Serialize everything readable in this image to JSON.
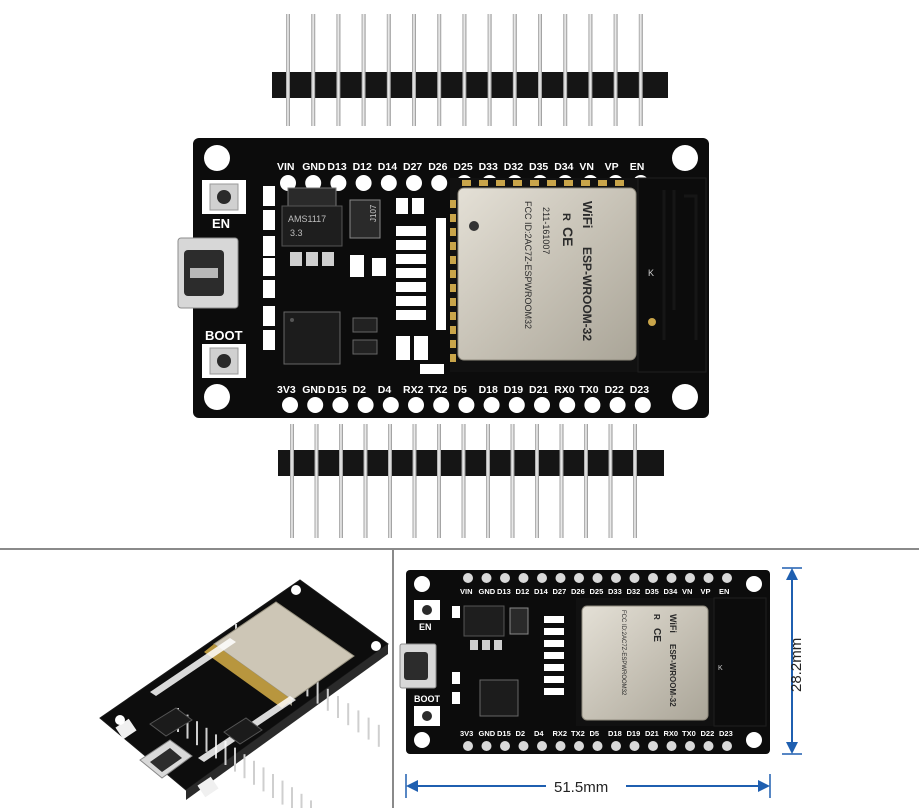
{
  "board": {
    "top_pins": [
      "VIN",
      "GND",
      "D13",
      "D12",
      "D14",
      "D27",
      "D26",
      "D25",
      "D33",
      "D32",
      "D35",
      "D34",
      "VN",
      "VP",
      "EN"
    ],
    "bottom_pins": [
      "3V3",
      "GND",
      "D15",
      "D2",
      "D4",
      "RX2",
      "TX2",
      "D5",
      "D18",
      "D19",
      "D21",
      "RX0",
      "TX0",
      "D22",
      "D23"
    ],
    "button_en": "EN",
    "button_boot": "BOOT",
    "regulator_text": [
      "AMS1117",
      "3.3"
    ],
    "module_name": "ESP-WROOM-32",
    "module_fcc": "FCC ID:2AC7Z-ESPWROOM32",
    "module_code": "211-161007",
    "wifi_logo": "WiFi",
    "cert_marks": [
      "CE",
      "R"
    ],
    "k_mark": "K",
    "diode_text": "J107"
  },
  "dimensions": {
    "width": "51.5mm",
    "height": "28.2mm"
  },
  "colors": {
    "pcb": "#0c0c0c",
    "silkscreen": "#ffffff",
    "shield": "#c9c4b9",
    "header_plastic": "#151515",
    "pin_metal": "#d8d8d8",
    "dimension_line": "#1f5fb0"
  }
}
